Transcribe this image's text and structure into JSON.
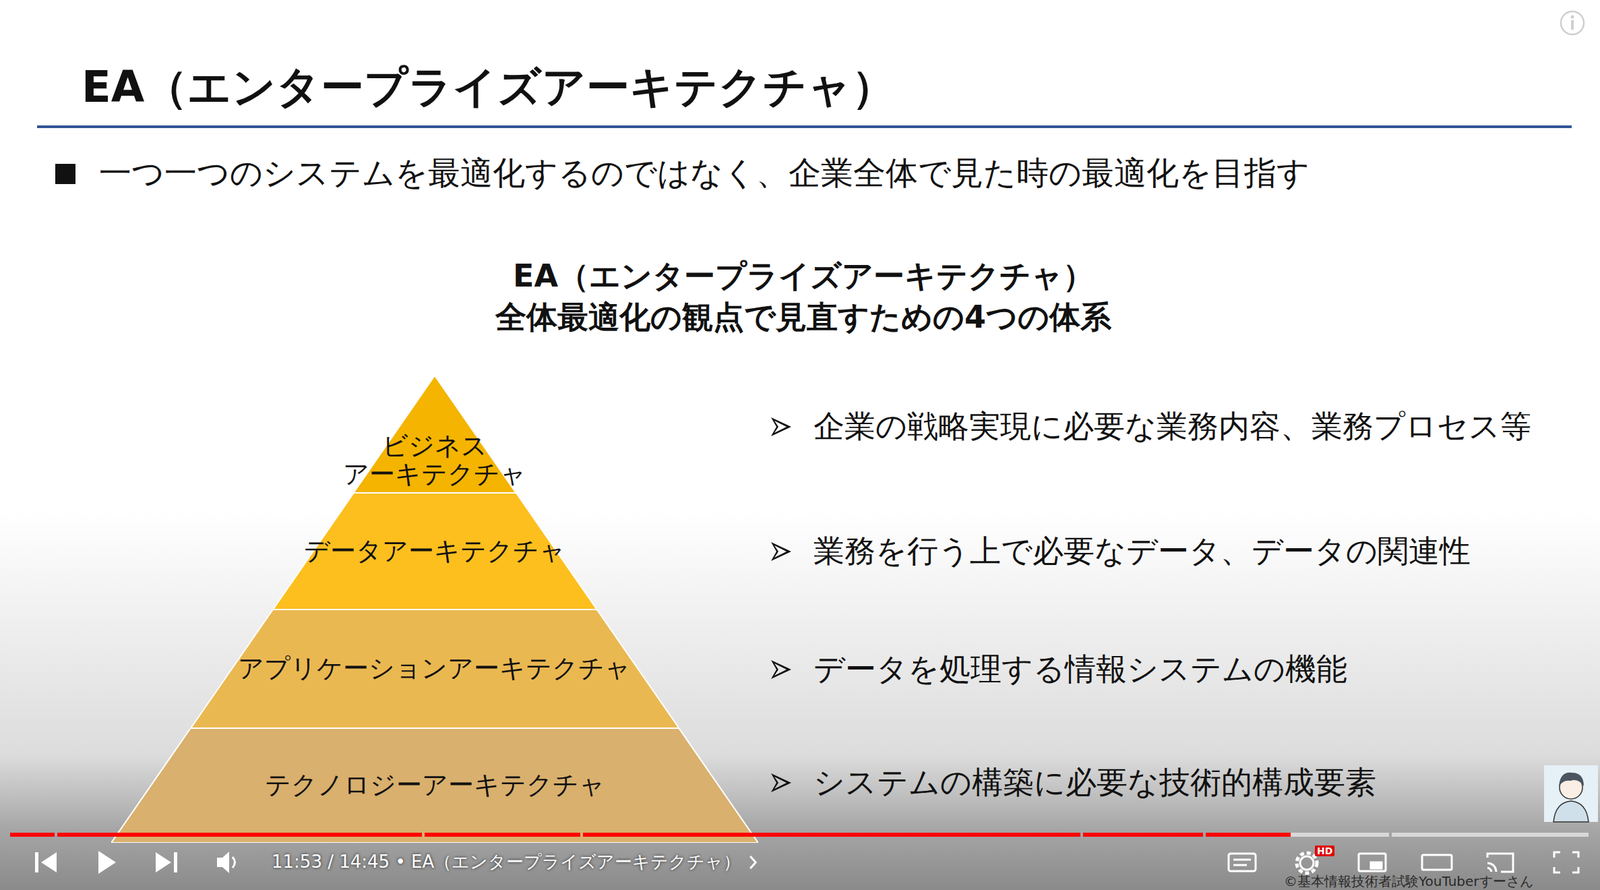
{
  "diagram": {
    "title": "EA（エンタープライズアーキテクチャ）",
    "nodes": [
      {
        "text": [
          "ビジネス アーキテクチャ"
        ]
      },
      {
        "text": [
          "データアーキテクチャ"
        ]
      },
      {
        "text": [
          "アプリケーションアーキテクチャ"
        ]
      },
      {
        "text": [
          "テクノロジーアーキテクチャ"
        ]
      }
    ],
    "labels": [
      "一つ一つのシステムを最適化するのではなく、企業全体で見た時の最適化を目指す",
      "EA（エンタープライズアーキテクチャ）",
      "全体最適化の観点で見直すための4つの体系",
      "企業の戦略実現に必要な業務内容、業務プロセス等",
      "業務を行う上で必要なデータ、データの関連性",
      "データを処理する情報システムの機能",
      "システムの構築に必要な技術的構成要素",
      "11:53 / 14:45 • EA（エンタープライズアーキテクチャ）",
      "HD",
      "©基本情報技術者試験YouTuberすーさん"
    ]
  }
}
